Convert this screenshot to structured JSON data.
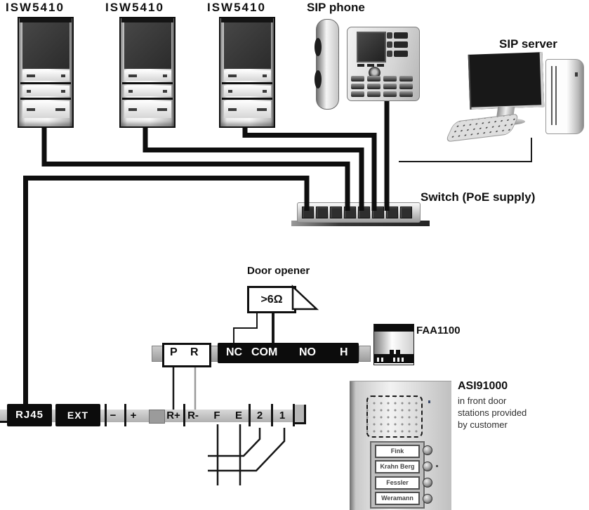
{
  "stations": {
    "labels": [
      "ISW5410",
      "ISW5410",
      "ISW5410"
    ]
  },
  "sip_phone": {
    "label": "SIP phone"
  },
  "sip_server": {
    "label": "SIP server"
  },
  "switch": {
    "label": "Switch (PoE supply)",
    "port_count": 8
  },
  "door_opener": {
    "label": "Door opener",
    "resistor": ">6Ω"
  },
  "relay_strip": {
    "terminals": [
      "NC",
      "COM",
      "NO",
      "H"
    ]
  },
  "pr_strip": {
    "terminals": [
      "P",
      "R"
    ]
  },
  "station_strip": {
    "connectors": [
      "RJ45",
      "EXT"
    ],
    "terminals": [
      "−",
      "+",
      "R+",
      "R-",
      "F",
      "E",
      "2",
      "1"
    ]
  },
  "faa1100": {
    "label": "FAA1100"
  },
  "asi91000": {
    "label": "ASI91000",
    "note": [
      "in front door",
      "stations provided",
      "by customer"
    ],
    "nameplates": [
      "Fink",
      "Krahn Berg",
      "Fessler",
      "Weramann"
    ]
  },
  "colors": {
    "wire": "#0e0e0e",
    "label": "#101010",
    "terminal_black": "#0c0c0c",
    "band_gray": "#c6c6c6",
    "screen_dark": "#2e2e2e"
  }
}
